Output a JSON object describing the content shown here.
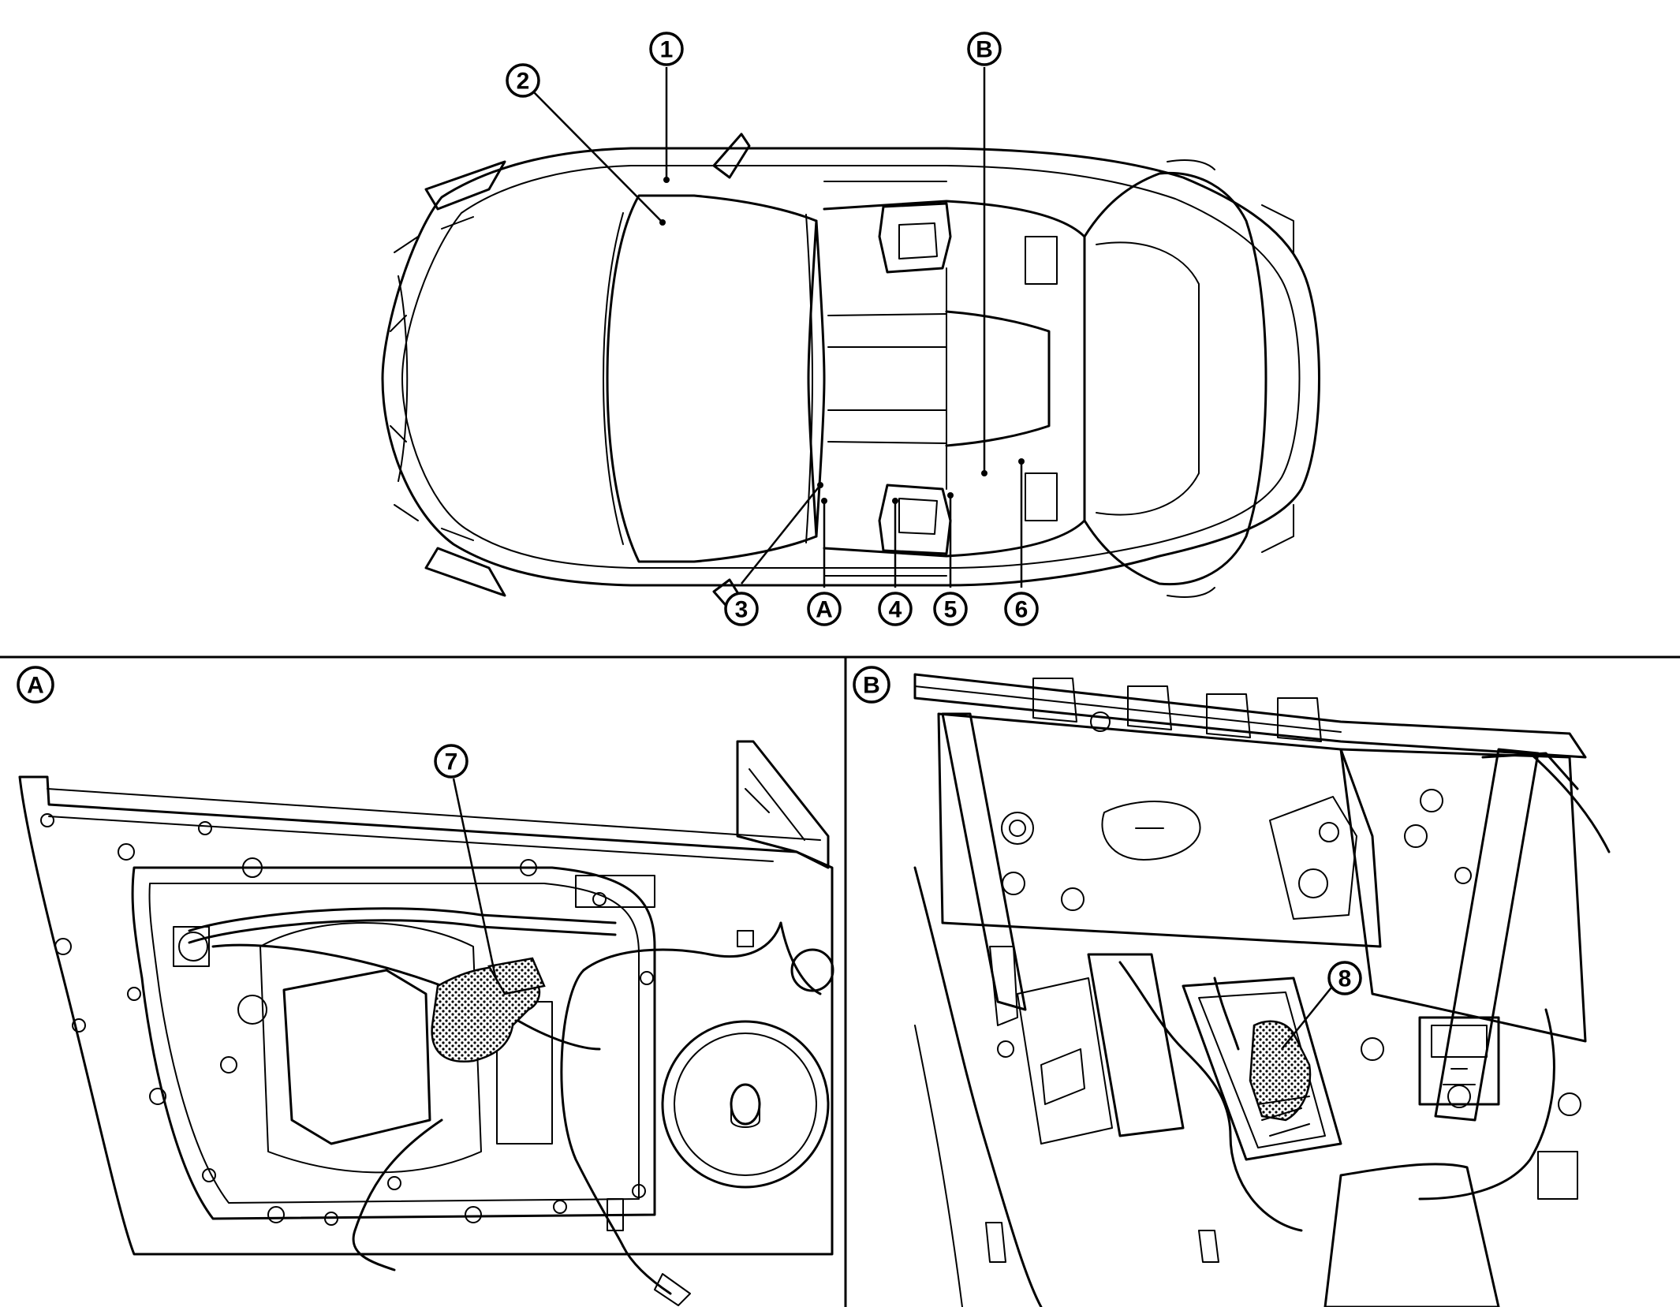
{
  "callouts": {
    "c1": "1",
    "c2": "2",
    "c3": "3",
    "c4": "4",
    "c5": "5",
    "c6": "6",
    "c7": "7",
    "c8": "8",
    "cA": "A",
    "cB": "B"
  },
  "panels": {
    "a_label": "A",
    "b_label": "B"
  },
  "colors": {
    "line": "#000000",
    "background": "#ffffff"
  }
}
